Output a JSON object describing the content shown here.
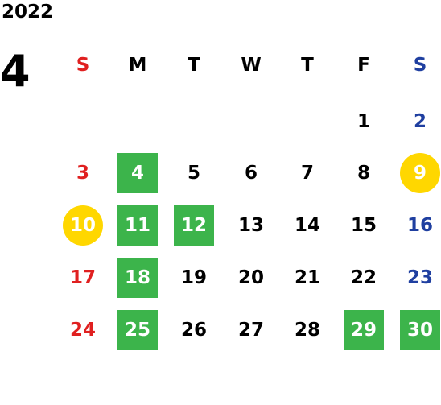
{
  "calendar": {
    "year": "2022",
    "month": "4",
    "weekdays": [
      "S",
      "M",
      "T",
      "W",
      "T",
      "F",
      "S"
    ],
    "colors": {
      "sunday": "#e02020",
      "saturday": "#1f3fa0",
      "weekday": "#000000",
      "highlight_green": "#3cb44b",
      "highlight_yellow": "#ffd700"
    },
    "weeks": [
      [
        {
          "d": ""
        },
        {
          "d": ""
        },
        {
          "d": ""
        },
        {
          "d": ""
        },
        {
          "d": ""
        },
        {
          "d": "1",
          "t": "normal"
        },
        {
          "d": "2",
          "t": "normal"
        }
      ],
      [
        {
          "d": "3",
          "t": "normal"
        },
        {
          "d": "4",
          "t": "green"
        },
        {
          "d": "5",
          "t": "normal"
        },
        {
          "d": "6",
          "t": "normal"
        },
        {
          "d": "7",
          "t": "normal"
        },
        {
          "d": "8",
          "t": "normal"
        },
        {
          "d": "9",
          "t": "yellow"
        }
      ],
      [
        {
          "d": "10",
          "t": "yellow"
        },
        {
          "d": "11",
          "t": "green"
        },
        {
          "d": "12",
          "t": "green"
        },
        {
          "d": "13",
          "t": "normal"
        },
        {
          "d": "14",
          "t": "normal"
        },
        {
          "d": "15",
          "t": "normal"
        },
        {
          "d": "16",
          "t": "normal"
        }
      ],
      [
        {
          "d": "17",
          "t": "normal"
        },
        {
          "d": "18",
          "t": "green"
        },
        {
          "d": "19",
          "t": "normal"
        },
        {
          "d": "20",
          "t": "normal"
        },
        {
          "d": "21",
          "t": "normal"
        },
        {
          "d": "22",
          "t": "normal"
        },
        {
          "d": "23",
          "t": "normal"
        }
      ],
      [
        {
          "d": "24",
          "t": "normal"
        },
        {
          "d": "25",
          "t": "green"
        },
        {
          "d": "26",
          "t": "normal"
        },
        {
          "d": "27",
          "t": "normal"
        },
        {
          "d": "28",
          "t": "normal"
        },
        {
          "d": "29",
          "t": "green"
        },
        {
          "d": "30",
          "t": "green"
        }
      ]
    ]
  }
}
